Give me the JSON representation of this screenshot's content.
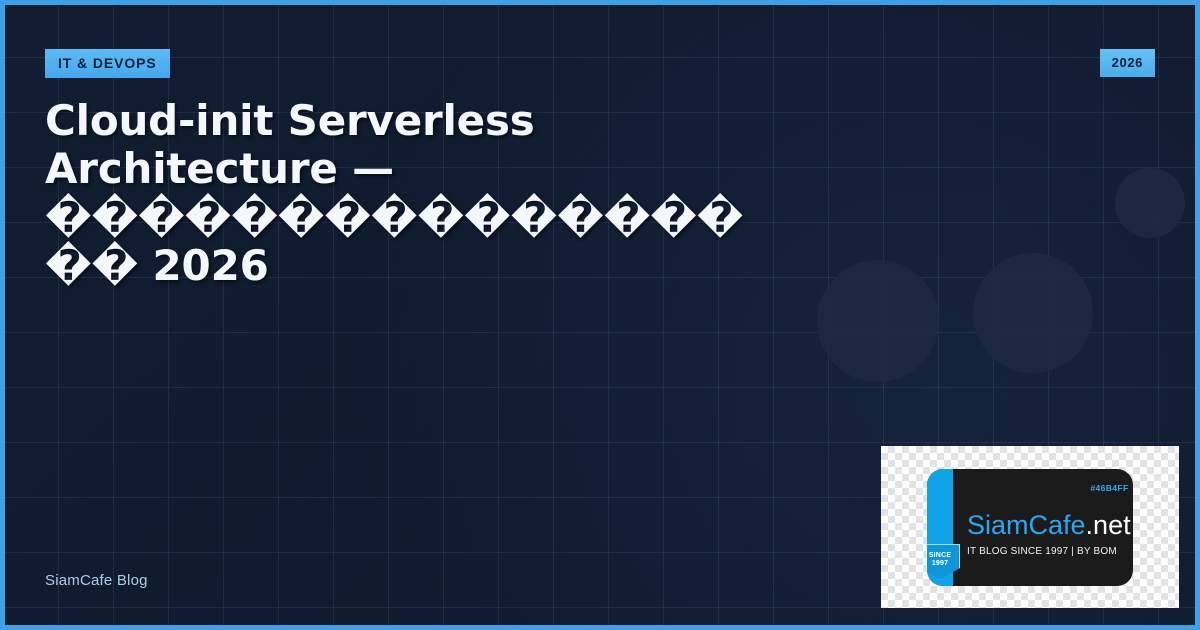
{
  "card": {
    "category_badge": "IT & DEVOPS",
    "year_badge": "2026",
    "title": "Cloud-init Serverless Architecture — ����������������� 2026",
    "footer": "SiamCafe Blog"
  },
  "logo": {
    "hex_code": "#46B4FF",
    "wordmark_primary": "SiamCafe",
    "wordmark_suffix": ".net",
    "tagline": "IT BLOG SINCE 1997 | BY BOM",
    "since_line1": "SINCE",
    "since_line2": "1997"
  },
  "colors": {
    "accent_blue": "#46B4FF",
    "border_blue": "#3fa0e8",
    "background_navy": "#111c30",
    "logo_dark": "#1b1b1b",
    "stripe_blue": "#0fa3e8",
    "title_white": "#f4f7fb",
    "footer_blue": "#a9cced"
  }
}
